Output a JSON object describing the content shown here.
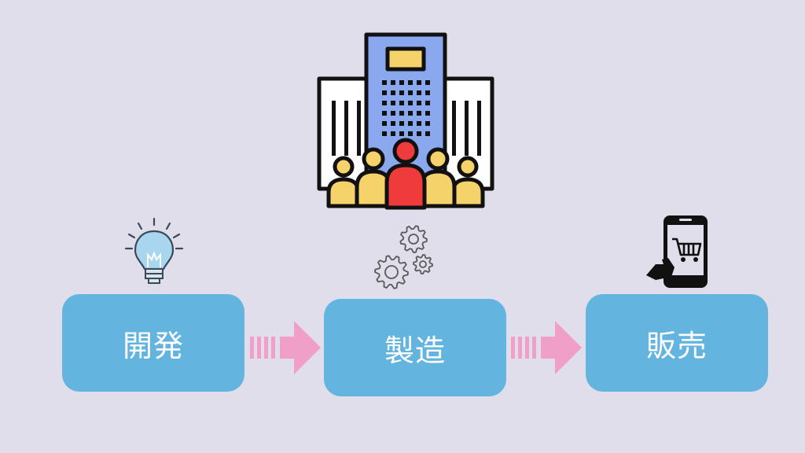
{
  "diagram": {
    "steps": [
      {
        "label": "開発",
        "icon": "lightbulb-icon"
      },
      {
        "label": "製造",
        "icon": "gears-icon"
      },
      {
        "label": "販売",
        "icon": "smartphone-cart-icon"
      }
    ],
    "illustration": "office-building-team-icon",
    "connector": "arrow-right-icon"
  },
  "colors": {
    "background": "#e0deea",
    "box": "#63b4df",
    "box_text": "#ffffff",
    "arrow": "#f0a0c8",
    "building_blue": "#8aa8ee",
    "window_yellow": "#f6d36a",
    "person_yellow": "#f6d36a",
    "person_red": "#ef3b3b",
    "bulb": "#a9d6ef"
  }
}
